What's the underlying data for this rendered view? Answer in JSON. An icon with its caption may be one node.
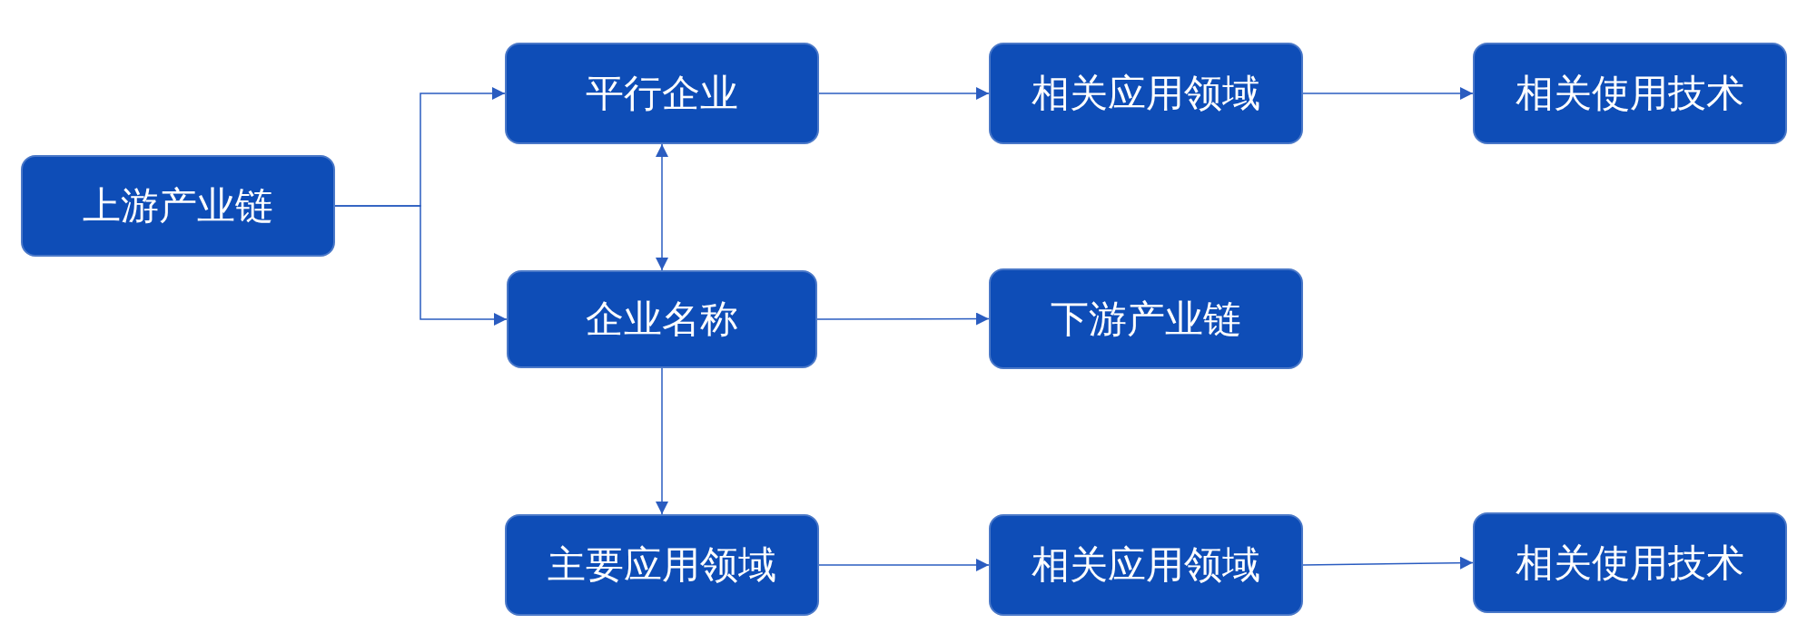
{
  "diagram": {
    "nodes": [
      {
        "text": [
          "上游产业链"
        ]
      },
      {
        "text": [
          "平行企业"
        ]
      },
      {
        "text": [
          "相关应用领域"
        ]
      },
      {
        "text": [
          "相关使用技术"
        ]
      },
      {
        "text": [
          "企业名称"
        ]
      },
      {
        "text": [
          "下游产业链"
        ]
      },
      {
        "text": [
          "主要应用领域"
        ]
      },
      {
        "text": [
          "相关应用领域"
        ]
      },
      {
        "text": [
          "相关使用技术"
        ]
      }
    ],
    "edges": [
      {
        "from": 0,
        "to": 1,
        "arrow": "to"
      },
      {
        "from": 0,
        "to": 4,
        "arrow": "to"
      },
      {
        "from": 1,
        "to": 4,
        "arrow": "both"
      },
      {
        "from": 1,
        "to": 2,
        "arrow": "to"
      },
      {
        "from": 2,
        "to": 3,
        "arrow": "to"
      },
      {
        "from": 4,
        "to": 5,
        "arrow": "to"
      },
      {
        "from": 4,
        "to": 6,
        "arrow": "to"
      },
      {
        "from": 6,
        "to": 7,
        "arrow": "to"
      },
      {
        "from": 7,
        "to": 8,
        "arrow": "to"
      }
    ]
  }
}
